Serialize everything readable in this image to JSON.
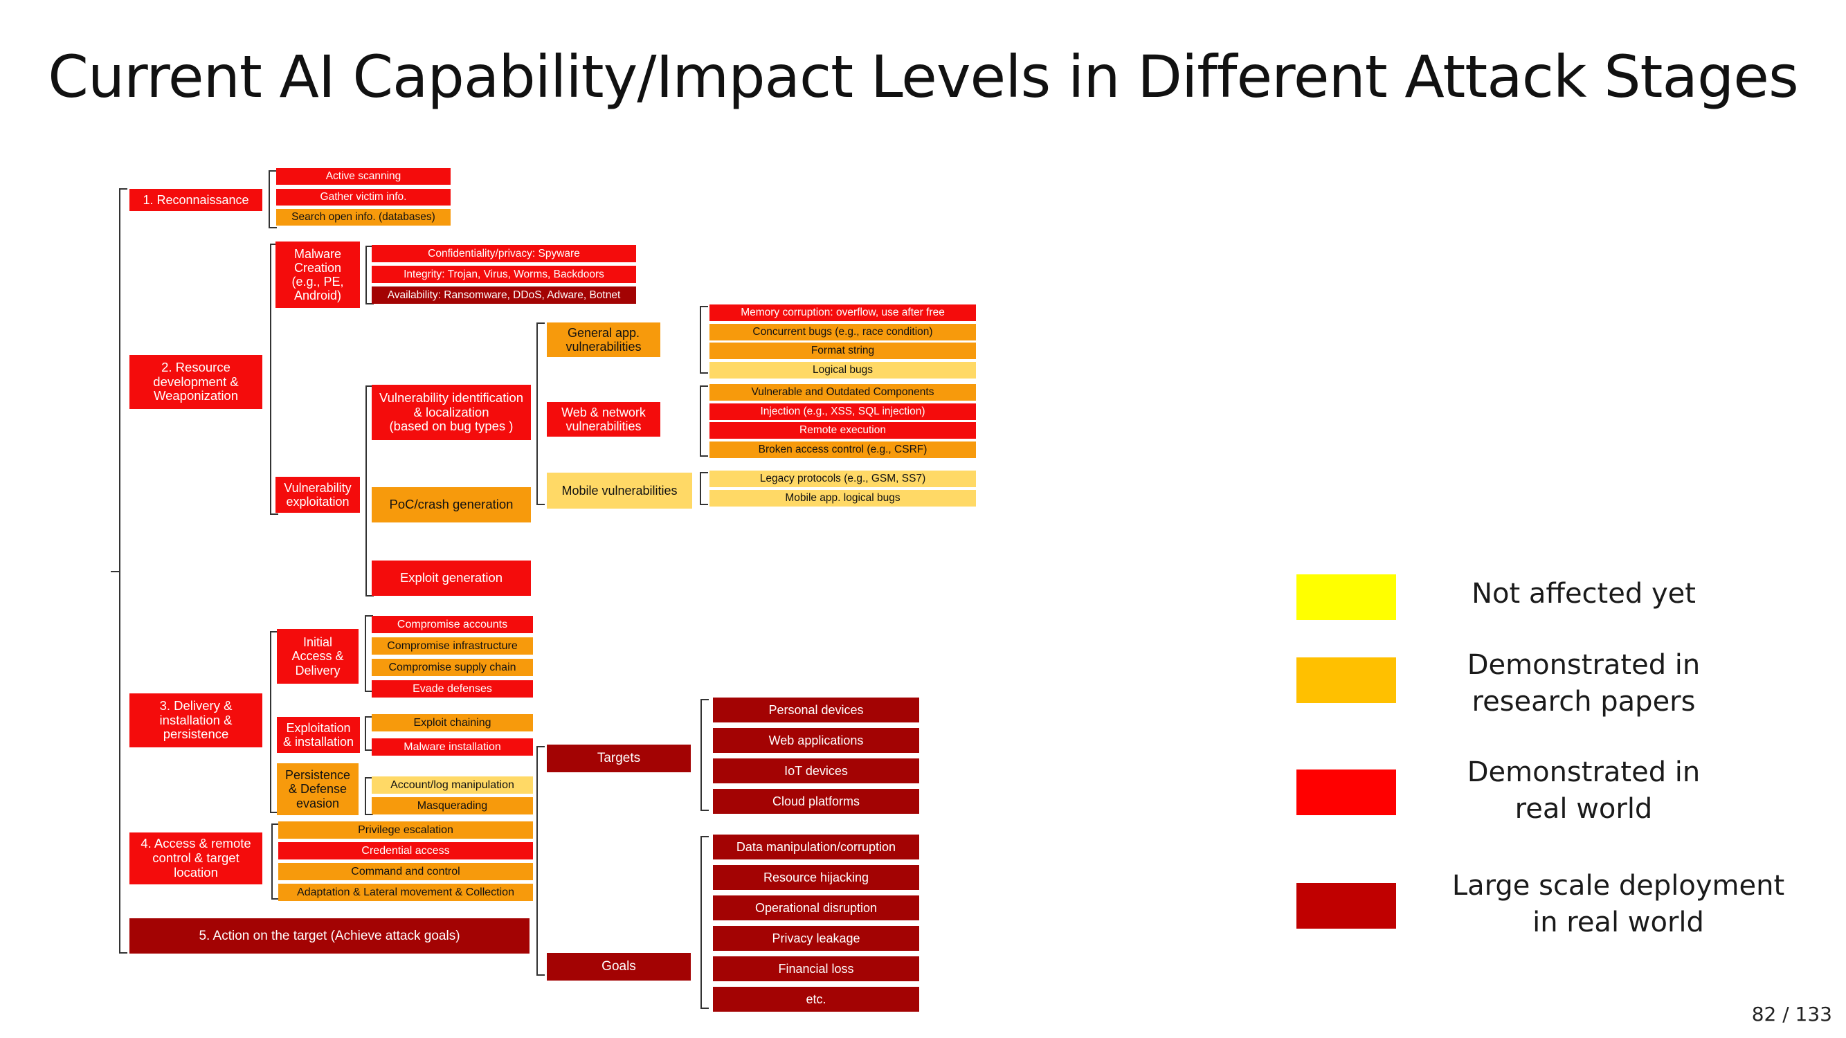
{
  "title": "Current AI Capability/Impact Levels in Different Attack Stages",
  "page": "82 / 133",
  "colors": {
    "not_affected": "#ffff00",
    "research": "#ffc000",
    "real_world": "#ff0000",
    "large_scale": "#c00000",
    "box_level_1": "#ffd966",
    "box_level_2": "#f79a0c",
    "box_level_3": "#f40c0c",
    "box_level_4": "#a30303"
  },
  "legend": [
    {
      "label": "Not affected yet",
      "color": "#ffff00"
    },
    {
      "label": "Demonstrated in\nresearch papers",
      "color": "#ffc000"
    },
    {
      "label": "Demonstrated in\nreal world",
      "color": "#ff0000"
    },
    {
      "label": "Large scale deployment\nin real world",
      "color": "#c00000"
    }
  ],
  "stages": [
    {
      "id": "recon",
      "label": "1. Reconnaissance",
      "level": 3,
      "children": [
        {
          "label": "Active scanning",
          "level": 3
        },
        {
          "label": "Gather victim info.",
          "level": 3
        },
        {
          "label": "Search open info. (databases)",
          "level": 2
        }
      ]
    },
    {
      "id": "resource",
      "label": "2. Resource\ndevelopment &\nWeaponization",
      "level": 3,
      "children": [
        {
          "label": "Malware\nCreation\n(e.g., PE,\nAndroid)",
          "level": 3,
          "children": [
            {
              "label": "Confidentiality/privacy: Spyware",
              "level": 3
            },
            {
              "label": "Integrity: Trojan, Virus, Worms, Backdoors",
              "level": 3
            },
            {
              "label": "Availability: Ransomware, DDoS, Adware, Botnet",
              "level": 4
            }
          ]
        },
        {
          "label": "Vulnerability\nexploitation",
          "level": 3,
          "children": [
            {
              "label": "Vulnerability identification\n& localization\n(based on bug types )",
              "level": 3,
              "children": [
                {
                  "label": "General app.\nvulnerabilities",
                  "level": 2,
                  "children": [
                    {
                      "label": "Memory corruption: overflow, use after free",
                      "level": 3
                    },
                    {
                      "label": "Concurrent bugs (e.g., race condition)",
                      "level": 2
                    },
                    {
                      "label": "Format string",
                      "level": 2
                    },
                    {
                      "label": "Logical bugs",
                      "level": 1
                    }
                  ]
                },
                {
                  "label": "Web & network\nvulnerabilities",
                  "level": 3,
                  "children": [
                    {
                      "label": "Vulnerable and Outdated Components",
                      "level": 2
                    },
                    {
                      "label": "Injection (e.g., XSS, SQL injection)",
                      "level": 3
                    },
                    {
                      "label": "Remote execution",
                      "level": 3
                    },
                    {
                      "label": "Broken access control (e.g., CSRF)",
                      "level": 2
                    }
                  ]
                },
                {
                  "label": "Mobile vulnerabilities",
                  "level": 1,
                  "children": [
                    {
                      "label": "Legacy protocols (e.g., GSM, SS7)",
                      "level": 1
                    },
                    {
                      "label": "Mobile app. logical bugs",
                      "level": 1
                    }
                  ]
                }
              ]
            },
            {
              "label": "PoC/crash generation",
              "level": 2
            },
            {
              "label": "Exploit generation",
              "level": 3
            }
          ]
        }
      ]
    },
    {
      "id": "delivery",
      "label": "3. Delivery &\ninstallation &\npersistence",
      "level": 3,
      "children": [
        {
          "label": "Initial\nAccess &\nDelivery",
          "level": 3,
          "children": [
            {
              "label": "Compromise accounts",
              "level": 3
            },
            {
              "label": "Compromise infrastructure",
              "level": 2
            },
            {
              "label": "Compromise supply chain",
              "level": 2
            },
            {
              "label": "Evade defenses",
              "level": 3
            }
          ]
        },
        {
          "label": "Exploitation\n& installation",
          "level": 3,
          "children": [
            {
              "label": "Exploit chaining",
              "level": 2
            },
            {
              "label": "Malware installation",
              "level": 3
            }
          ]
        },
        {
          "label": "Persistence\n& Defense\nevasion",
          "level": 2,
          "children": [
            {
              "label": "Account/log manipulation",
              "level": 1
            },
            {
              "label": "Masquerading",
              "level": 2
            }
          ]
        }
      ]
    },
    {
      "id": "access",
      "label": "4. Access & remote\ncontrol & target\nlocation",
      "level": 3,
      "children": [
        {
          "label": "Privilege escalation",
          "level": 2
        },
        {
          "label": "Credential access",
          "level": 3
        },
        {
          "label": "Command and control",
          "level": 2
        },
        {
          "label": "Adaptation & Lateral movement & Collection",
          "level": 2
        }
      ]
    },
    {
      "id": "action",
      "label": "5. Action on the target (Achieve attack goals)",
      "level": 4,
      "children": [
        {
          "label": "Targets",
          "level": 4,
          "children": [
            {
              "label": "Personal devices",
              "level": 4
            },
            {
              "label": "Web applications",
              "level": 4
            },
            {
              "label": "IoT devices",
              "level": 4
            },
            {
              "label": "Cloud platforms",
              "level": 4
            }
          ]
        },
        {
          "label": "Goals",
          "level": 4,
          "children": [
            {
              "label": "Data manipulation/corruption",
              "level": 4
            },
            {
              "label": "Resource hijacking",
              "level": 4
            },
            {
              "label": "Operational disruption",
              "level": 4
            },
            {
              "label": "Privacy leakage",
              "level": 4
            },
            {
              "label": "Financial loss",
              "level": 4
            },
            {
              "label": "etc.",
              "level": 4
            }
          ]
        }
      ]
    }
  ]
}
